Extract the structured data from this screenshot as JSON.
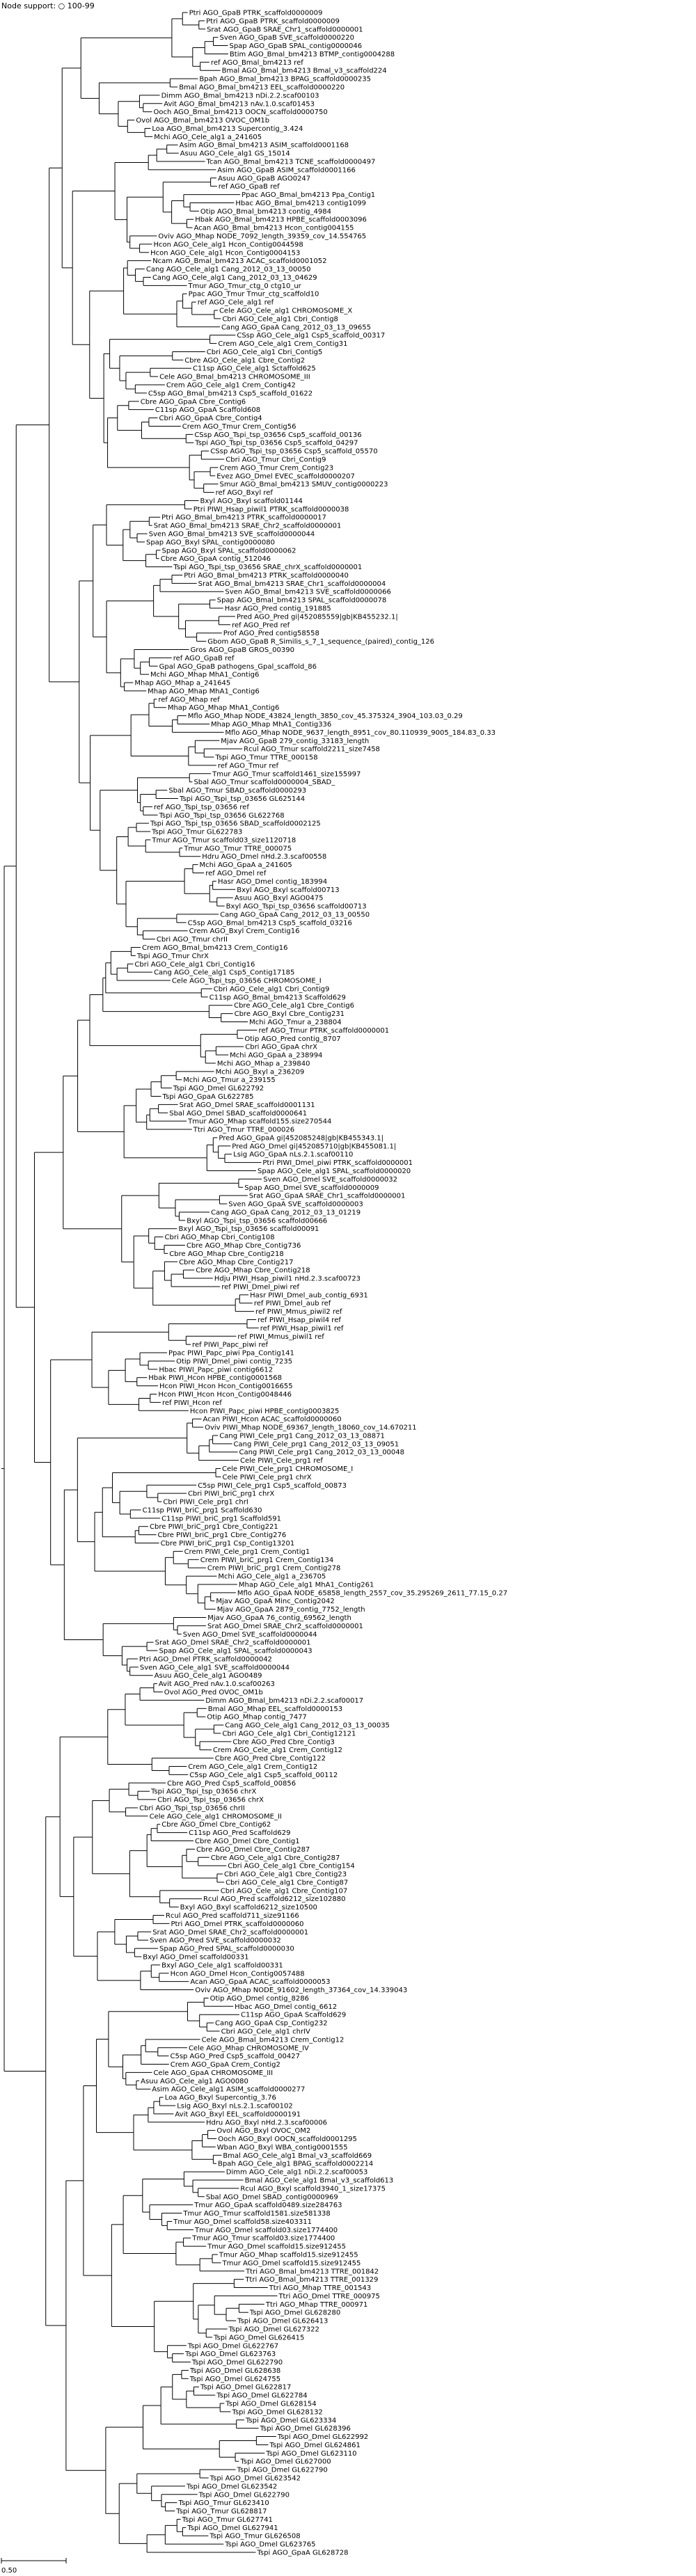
{
  "header": {
    "support_label": "Node support: ○ 100-99"
  },
  "scale_bar": {
    "label": "0.50"
  },
  "tips": [
    "Ptri AGO_GpaB PTRK_scaffold0000009",
    "Ptri AGO_GpaB PTRK_scaffold0000009",
    "Srat AGO_GpaB SRAE_Chr1_scaffold0000001",
    "Sven AGO_GpaB SVE_scaffold0000220",
    "Spap AGO_GpaB SPAL_contig0000046",
    "Btim AGO_Bmal_bm4213 BTMP_contig0004288",
    "ref AGO_Bmal_bm4213 ref",
    "Bmal AGO_Bmal_bm4213 Bmal_v3_scaffold224",
    "Bpah AGO_Bmal_bm4213 BPAG_scaffold0000235",
    "Bmal AGO_Bmal_bm4213 EEL_scaffold0000220",
    "Dimm AGO_Bmal_bm4213 nDi.2.2.scaf00103",
    "Avit AGO_Bmal_bm4213 nAv.1.0.scaf01453",
    "Ooch AGO_Bmal_bm4213 OOCN_scaffold0000750",
    "Ovol AGO_Bmal_bm4213 OVOC_OM1b",
    "Loa AGO_Bmal_bm4213 Supercontig_3.424",
    "Mchi AGO_Cele_alg1 a_241605",
    "Asim AGO_Bmal_bm4213 ASIM_scaffold0001168",
    "Asuu AGO_Cele_alg1 GS_15014",
    "Tcan AGO_Bmal_bm4213 TCNE_scaffold0000497",
    "Asim AGO_GpaB ASIM_scaffold0001166",
    "Asuu AGO_GpaB AGO0247",
    "ref AGO_GpaB ref",
    "Ppac AGO_Bmal_bm4213 Ppa_Contig1",
    "Hbac AGO_Bmal_bm4213 contig1099",
    "Otip AGO_Bmal_bm4213 contig_4984",
    "Hbak AGO_Bmal_bm4213 HPBE_scaffold0003096",
    "Acan AGO_Bmal_bm4213 Hcon_contig004155",
    "Oviv AGO_Mhap NODE_7092_length_39359_cov_14.554765",
    "Hcon AGO_Cele_alg1 Hcon_Contig0044598",
    "Hcon AGO_Cele_alg1 Hcon_Contig0004153",
    "Ncam AGO_Bmal_bm4213 ACAC_scaffold0001052",
    "Cang AGO_Cele_alg1 Cang_2012_03_13_00050",
    "Cang AGO_Cele_alg1 Cang_2012_03_13_04629",
    "Tmur AGO_Tmur_ctg_0 ctg10_ur",
    "Ppac AGO_Tmur Tmur_ctg_scaffold10",
    "ref AGO_Cele_alg1 ref",
    "Cele AGO_Cele_alg1 CHROMOSOME_X",
    "Cbri AGO_Cele_alg1 Cbri_Contig8",
    "Cang AGO_GpaA Cang_2012_03_13_09655",
    "CSsp AGO_Cele_alg1 Csp5_scaffold_00317",
    "Crem AGO_Cele_alg1 Crem_Contig31",
    "Cbri AGO_Cele_alg1 Cbri_Contig5",
    "Cbre AGO_Cele_alg1 Cbre_Contig2",
    "C11sp AGO_Cele_alg1 Sctaffold625",
    "Cele AGO_Bmal_bm4213 CHROMOSOME_III",
    "Crem AGO_Cele_alg1 Crem_Contig42",
    "C5sp AGO_Bmal_bm4213 Csp5_scaffold_01622",
    "Cbre AGO_GpaA Cbre_Contig6",
    "C11sp AGO_GpaA Scaffold608",
    "Cbri AGO_GpaA Cbre_Contig4",
    "Crem AGO_Tmur Crem_Contig56",
    "CSsp AGO_Tspi_tsp_03656 Csp5_scaffold_00136",
    "Tspi AGO_Tspi_tsp_03656 Csp5_scaffold_04297",
    "CSsp AGO_Tspi_tsp_03656 Csp5_scaffold_05570",
    "Cbri AGO_Tmur Cbri_Contig9",
    "Crem AGO_Tmur Crem_Contig23",
    "Evez AGO_Dmel EVEC_scaffold0000207",
    "Smur AGO_Bmal_bm4213 SMUV_contig0000223",
    "ref AGO_Bxyl ref",
    "Bxyl AGO_Bxyl scaffold01144",
    "Ptri PIWI_Hsap_piwil1 PTRK_scaffold0000038",
    "Ptri AGO_Bmal_bm4213 PTRK_scaffold0000017",
    "Srat AGO_Bmal_bm4213 SRAE_Chr2_scaffold0000001",
    "Sven AGO_Bmal_bm4213 SVE_scaffold0000044",
    "Spap AGO_Bxyl SPAL_contig0000080",
    "Spap AGO_Bxyl SPAL_scaffold0000062",
    "Cbre AGO_GpaA contig_512046",
    "Tspi AGO_Tspi_tsp_03656 SRAE_chrX_scaffold0000001",
    "Ptri AGO_Bmal_bm4213 PTRK_scaffold0000040",
    "Srat AGO_Bmal_bm4213 SRAE_Chr1_scaffold0000004",
    "Sven AGO_Bmal_bm4213 SVE_scaffold0000066",
    "Spap AGO_Bmal_bm4213 SPAL_scaffold0000078",
    "Hasr AGO_Pred contig_191885",
    "Pred AGO_Pred gi|452085559|gb|KB455232.1|",
    "ref AGO_Pred ref",
    "Prof AGO_Pred contig58558",
    "Gbom AGO_GpaB R_Similis_s_7_1_sequence_(paired)_contig_126",
    "Gros AGO_GpaB GROS_00390",
    "ref AGO_GpaB ref",
    "Gpal AGO_GpaB pathogens_Gpal_scaffold_86",
    "Mchi AGO_Mhap MhA1_Contig6",
    "Mhap AGO_Mhap a_241645",
    "Mhap AGO_Mhap MhA1_Contig6",
    "ref AGO_Mhap ref",
    "Mhap AGO_Mhap MhA1_Contig6",
    "Mflo AGO_Mhap NODE_43824_length_3850_cov_45.375324_3904_103.03_0.29",
    "Mhap AGO_Mhap MhA1_Contig336",
    "Mflo AGO_Mhap NODE_9637_length_8951_cov_80.110939_9005_184.83_0.33",
    "Mjav AGO_GpaB 279_contig_33183_length",
    "Rcul AGO_Tmur scaffold2211_size7458",
    "Tspi AGO_Tmur TTRE_000158",
    "ref AGO_Tmur ref",
    "Tmur AGO_Tmur scaffold1461_size155997",
    "Sbal AGO_Tmur scaffold0000004_SBAD_",
    "Sbal AGO_Tmur SBAD_scaffold0000293",
    "Tspi AGO_Tspi_tsp_03656 GL625144",
    "ref AGO_Tspi_tsp_03656 ref",
    "Tspi AGO_Tspi_tsp_03656 GL622768",
    "Tspi AGO_Tspi_tsp_03656 SBAD_scaffold0002125",
    "Tspi AGO_Tmur GL622783",
    "Tmur AGO_Tmur scaffold03_size1120718",
    "Tmur AGO_Tmur TTRE_000075",
    "Hdru AGO_Dmel nHd.2.3.scaf00558",
    "Mchi AGO_GpaA a_241605",
    "ref AGO_Dmel ref",
    "Hasr AGO_Dmel contig_183994",
    "Bxyl AGO_Bxyl scaffold00713",
    "Asuu AGO_Bxyl AGO0475",
    "Bxyl AGO_Tspi_tsp_03656 scaffold00713",
    "Cang AGO_GpaA Cang_2012_03_13_00550",
    "C5sp AGO_Bmal_bm4213 Csp5_scaffold_03216",
    "Crem AGO_Bxyl Crem_Contig16",
    "Cbri AGO_Tmur chrII",
    "Crem AGO_Bmal_bm4213 Crem_Contig16",
    "Tspi AGO_Tmur ChrX",
    "Cbri AGO_Cele_alg1 Cbri_Contig16",
    "Cang AGO_Cele_alg1 Csp5_Contig17185",
    "Cele AGO_Tspi_tsp_03656 CHROMOSOME_I",
    "Cbri AGO_Cele_alg1 Cbri_Contig9",
    "C11sp AGO_Bmal_bm4213 Scaffold629",
    "Cbre AGO_Cele_alg1 Cbre_Contig6",
    "Cbre AGO_Bxyl Cbre_Contig231",
    "Mchi AGO_Tmur a_238804",
    "ref AGO_Tmur PTRK_scaffold0000001",
    "Otip AGO_Pred contig_8707",
    "Cbri AGO_GpaA chrX",
    "Mchi AGO_GpaA a_238994",
    "Mchi AGO_Mhap a_239840",
    "Mchi AGO_Bxyl a_236209",
    "Mchi AGO_Tmur a_239155",
    "Tspi AGO_Dmel GL622792",
    "Tspi AGO_GpaA GL622785",
    "Srat AGO_Dmel SRAE_scaffold0001131",
    "Sbal AGO_Dmel SBAD_scaffold0000641",
    "Tmur AGO_Mhap scaffold155.size270544",
    "Ttri AGO_Tmur TTRE_000026",
    "Pred AGO_GpaA gi|452085248|gb|KB455343.1|",
    "Pred AGO_Dmel gi|452085710|gb|KB455081.1|",
    "Lsig AGO_GpaA nLs.2.1.scaf00110",
    "Ptri PIWI_Dmel_piwi PTRK_scaffold0000001",
    "Spap AGO_Cele_alg1 SPAL_scaffold0000020",
    "Sven AGO_Dmel SVE_scaffold0000032",
    "Spap AGO_Dmel SVE_scaffold0000009",
    "Srat AGO_GpaA SRAE_Chr1_scaffold0000001",
    "Sven AGO_GpaA SVE_scaffold0000003",
    "Cang AGO_GpaA Cang_2012_03_13_01219",
    "Bxyl AGO_Tspi_tsp_03656 scaffold00666",
    "Bxyl AGO_Tspi_tsp_03656 scaffold00091",
    "Cbri AGO_Mhap Cbri_Contig108",
    "Cbre AGO_Mhap Cbre_Contig736",
    "Cbre AGO_Mhap Cbre_Contig218",
    "Cbre AGO_Mhap Cbre_Contig217",
    "Cbre AGO_Mhap Cbre_Contig218",
    "Hdju PIWI_Hsap_piwil1 nHd.2.3.scaf00723",
    "ref PIWI_Dmel_piwi ref",
    "Hasr PIWI_Dmel_aub_contig_6931",
    "ref PIWI_Dmel_aub ref",
    "ref PIWI_Mmus_piwil2 ref",
    "ref PIWI_Hsap_piwil4 ref",
    "ref PIWI_Hsap_piwil1 ref",
    "ref PIWI_Mmus_piwil1 ref",
    "ref PIWI_Papc_piwi ref",
    "Ppac PIWI_Papc_piwi Ppa_Contig141",
    "Otip PIWI_Dmel_piwi contig_7235",
    "Hbac PIWI_Papc_piwi contig6612",
    "Hbak PIWI_Hcon HPBE_contig0001568",
    "Hcon PIWI_Hcon Hcon_Contig0016655",
    "Hcon PIWI_Hcon Hcon_Contig0048446",
    "ref PIWI_Hcon ref",
    "Hcon PIWI_Papc_piwi HPBE_contig0003825",
    "Acan PIWI_Hcon ACAC_scaffold0000060",
    "Oviv PIWI_Mhap NODE_69367_length_18060_cov_14.670211",
    "Cang PIWI_Cele_prg1 Cang_2012_03_13_08871",
    "Cang PIWI_Cele_prg1 Cang_2012_03_13_09051",
    "Cang PIWI_Cele_prg1 Cang_2012_03_13_00048",
    "Cele PIWI_Cele_prg1 ref",
    "Cele PIWI_Cele_prg1 CHROMOSOME_I",
    "Cele PIWI_Cele_prg1 chrX",
    "C5sp PIWI_Cele_prg1 Csp5_scaffold_00873",
    "Cbri PIWI_briC_prg1 chrX",
    "Cbri PIWI_Cele_prg1 chrI",
    "C11sp PIWI_briC_prg1 Scaffold630",
    "C11sp PIWI_briC_prg1 Scaffold591",
    "Cbre PIWI_briC_prg1 Cbre_Contig221",
    "Cbre PIWI_briC_prg1 Cbre_Contig276",
    "Cbre PIWI_briC_prg1 Csp_Contig13201",
    "Crem PIWI_Cele_prg1 Crem_Contig1",
    "Crem PIWI_briC_prg1 Crem_Contig134",
    "Crem PIWI_briC_prg1 Crem_Contig278",
    "Mchi AGO_Cele_alg1 a_236705",
    "Mhap AGO_Cele_alg1 MhA1_Contig261",
    "Mflo AGO_GpaA NODE_65858_length_2557_cov_35.295269_2611_77.15_0.27",
    "Mjav AGO_GpaA Minc_Contig2042",
    "Mjav AGO_GpaA 2879_contig_7752_length",
    "Mjav AGO_GpaA 76_contig_69562_length",
    "Srat AGO_Dmel SRAE_Chr2_scaffold0000001",
    "Sven AGO_Dmel SVE_scaffold0000044",
    "Srat AGO_Dmel SRAE_Chr2_scaffold0000001",
    "Spap AGO_Cele_alg1 SPAL_scaffold0000043",
    "Ptri AGO_Dmel PTRK_scaffold0000042",
    "Sven AGO_Cele_alg1 SVE_scaffold0000044",
    "Asuu AGO_Cele_alg1 AGO0489",
    "Avit AGO_Pred nAv.1.0.scaf00263",
    "Ovol AGO_Pred OVOC_OM1b",
    "Dimm AGO_Bmal_bm4213 nDi.2.2.scaf00017",
    "Bmal AGO_Mhap EEL_scaffold0000153",
    "Otip AGO_Mhap contig_7477",
    "Cang AGO_Cele_alg1 Cang_2012_03_13_00035",
    "Cbri AGO_Cele_alg1 Cbri_Contig12121",
    "Cbre AGO_Pred Cbre_Contig3",
    "Crem AGO_Cele_alg1 Crem_Contig12",
    "Cbre AGO_Pred Cbre_Contig122",
    "Crem AGO_Cele_alg1 Crem_Contig12",
    "C5sp AGO_Cele_alg1 Csp5_scaffold_00112",
    "Cbre AGO_Pred Csp5_scaffold_00856",
    "Tspi AGO_Tspi_tsp_03656 chrX",
    "Cbri AGO_Tspi_tsp_03656 chrX",
    "Cbri AGO_Tspi_tsp_03656 chrII",
    "Cele AGO_Cele_alg1 CHROMOSOME_II",
    "Cbre AGO_Dmel Cbre_Contig62",
    "C11sp AGO_Pred Scaffold629",
    "Cbre AGO_Dmel Cbre_Contig1",
    "Cbre AGO_Dmel Cbre_Contig287",
    "Cbre AGO_Cele_alg1 Cbre_Contig287",
    "Cbri AGO_Cele_alg1 Cbre_Contig154",
    "Cbri AGO_Cele_alg1 Cbre_Contig23",
    "Cbri AGO_Cele_alg1 Cbre_Contig87",
    "Cbri AGO_Cele_alg1 Cbre_Contig107",
    "Rcul AGO_Pred scaffold6212_size102880",
    "Bxyl AGO_Bxyl scaffold6212_size10500",
    "Rcul AGO_Pred scaffold711_size91166",
    "Ptri AGO_Dmel PTRK_scaffold0000060",
    "Srat AGO_Dmel SRAE_Chr2_scaffold0000001",
    "Sven AGO_Pred SVE_scaffold0000032",
    "Spap AGO_Pred SPAL_scaffold0000030",
    "Bxyl AGO_Dmel scaffold00331",
    "Bxyl AGO_Cele_alg1 scaffold00331",
    "Hcon AGO_Dmel Hcon_Contig0057488",
    "Acan AGO_GpaA ACAC_scaffold0000053",
    "Oviv AGO_Mhap NODE_91602_length_37364_cov_14.339043",
    "Otip AGO_Dmel contig_8286",
    "Hbac AGO_Dmel contig_6612",
    "C11sp AGO_GpaA Scaffold629",
    "Cang AGO_GpaA Csp_Contig232",
    "Cbri AGO_Cele_alg1 chrIV",
    "Cele AGO_Bmal_bm4213 Crem_Contig12",
    "Cele AGO_Mhap CHROMOSOME_IV",
    "C5sp AGO_Pred Csp5_scaffold_00427",
    "Crem AGO_GpaA Crem_Contig2",
    "Cele AGO_GpaA CHROMOSOME_III",
    "Asuu AGO_Cele_alg1 AGO0080",
    "Asim AGO_Cele_alg1 ASIM_scaffold0000277",
    "Loa AGO_Bxyl Supercontig_3.76",
    "Lsig AGO_Bxyl nLs.2.1.scaf00102",
    "Avit AGO_Bxyl EEL_scaffold0000191",
    "Hdru AGO_Bxyl nHd.2.3.scaf00006",
    "Ovol AGO_Bxyl OVOC_OM2",
    "Ooch AGO_Bxyl OOCN_scaffold0001295",
    "Wban AGO_Bxyl WBA_contig0001555",
    "Bmal AGO_Cele_alg1 Bmal_v3_scaffold669",
    "Bpah AGO_Cele_alg1 BPAG_scaffold0002214",
    "Dimm AGO_Cele_alg1 nDi.2.2.scaf00053",
    "Bmal AGO_Cele_alg1 Bmal_v3_scaffold613",
    "Rcul AGO_Bxyl scaffold3940_1_size17375",
    "Sbal AGO_Dmel SBAD_contig0000969",
    "Tmur AGO_GpaA scaffold0489.size284763",
    "Tmur AGO_Tmur scaffold1581.size581338",
    "Tmur AGO_Dmel scaffold58.size403311",
    "Tmur AGO_Dmel scaffold03.size1774400",
    "Tmur AGO_Tmur scaffold03.size1774400",
    "Tmur AGO_Dmel scaffold15.size912455",
    "Tmur AGO_Mhap scaffold15.size912455",
    "Tmur AGO_Dmel scaffold15.size912455",
    "Ttri AGO_Bmal_bm4213 TTRE_001842",
    "Ttri AGO_Bmal_bm4213 TTRE_001329",
    "Ttri AGO_Mhap TTRE_001543",
    "Ttri AGO_Dmel TTRE_000975",
    "Ttri AGO_Mhap TTRE_000971",
    "Tspi AGO_Dmel GL628280",
    "Tspi AGO_Dmel GL626413",
    "Tspi AGO_Dmel GL627322",
    "Tspi AGO_Dmel GL626415",
    "Tspi AGO_Dmel GL622767",
    "Tspi AGO_Dmel GL623763",
    "Tspi AGO_Dmel GL622790",
    "Tspi AGO_Dmel GL628638",
    "Tspi AGO_Dmel GL624755",
    "Tspi AGO_Dmel GL622817",
    "Tspi AGO_Dmel GL622784",
    "Tspi AGO_Dmel GL628154",
    "Tspi AGO_Dmel GL628132",
    "Tspi AGO_Dmel GL623334",
    "Tspi AGO_Dmel GL628396",
    "Tspi AGO_Dmel GL622992",
    "Tspi AGO_Dmel GL624861",
    "Tspi AGO_Dmel GL623110",
    "Tspi AGO_Dmel GL627000",
    "Tspi AGO_Dmel GL622790",
    "Tspi AGO_Dmel GL623542",
    "Tspi AGO_Dmel GL623542",
    "Tspi AGO_Dmel GL622790",
    "Tspi AGO_Tmur GL623410",
    "Tspi AGO_Tmur GL628817",
    "Tspi AGO_Tmur GL627741",
    "Tspi AGO_Dmel GL627941",
    "Tspi AGO_Tmur GL626508",
    "Tspi AGO_Dmel GL623765",
    "Tspi AGO_GpaA GL628728"
  ]
}
